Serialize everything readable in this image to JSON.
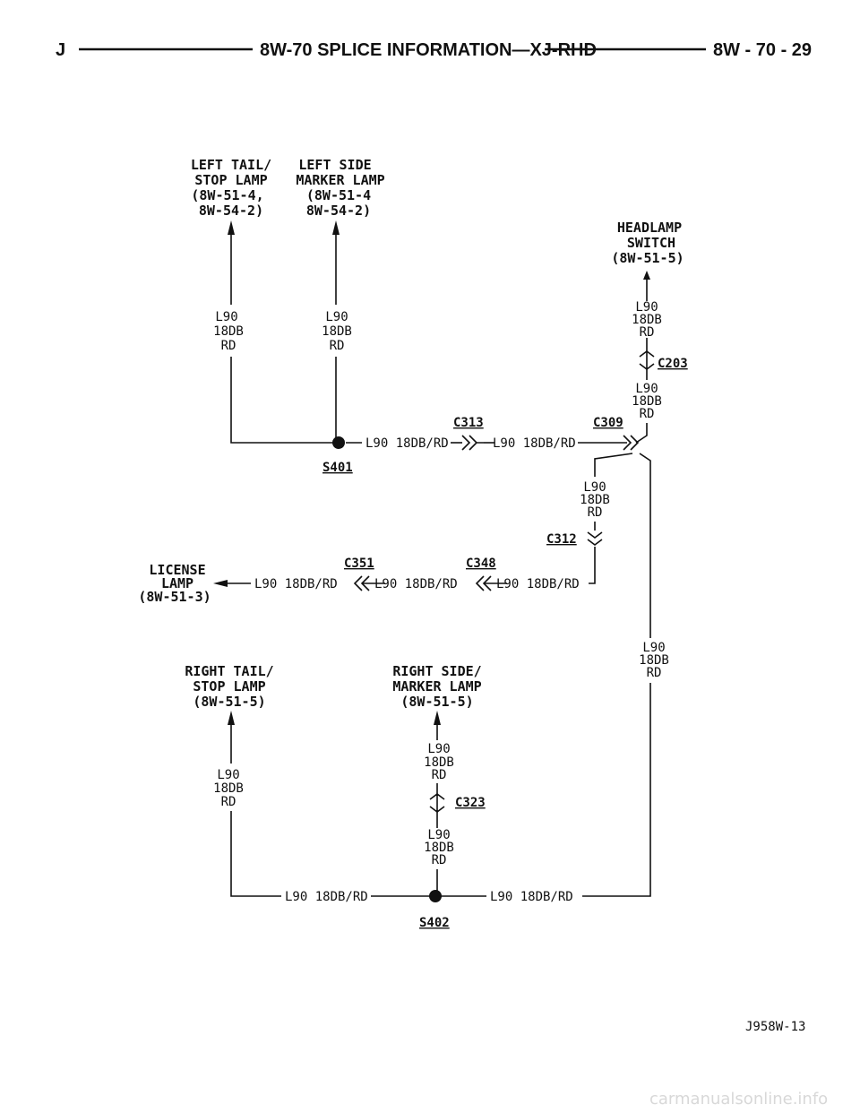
{
  "header": {
    "left": "J",
    "title": "8W-70 SPLICE INFORMATION—XJ-RHD",
    "page": "8W - 70 - 29"
  },
  "components": {
    "left_tail_stop": [
      "LEFT TAIL/",
      "STOP LAMP",
      "(8W-51-4,",
      "8W-54-2)"
    ],
    "left_side_marker": [
      "LEFT SIDE",
      "MARKER LAMP",
      "(8W-51-4",
      "8W-54-2)"
    ],
    "headlamp_switch": [
      "HEADLAMP",
      "SWITCH",
      "(8W-51-5)"
    ],
    "license_lamp": [
      "LICENSE",
      "LAMP",
      "(8W-51-3)"
    ],
    "right_tail_stop": [
      "RIGHT TAIL/",
      "STOP LAMP",
      "(8W-51-5)"
    ],
    "right_side_marker": [
      "RIGHT SIDE/",
      "MARKER LAMP",
      "(8W-51-5)"
    ]
  },
  "wire_stack": [
    "L90",
    "18DB",
    "RD"
  ],
  "wire_inline": "L90 18DB/RD",
  "connectors": {
    "c203": "C203",
    "c313": "C313",
    "c309": "C309",
    "c312": "C312",
    "c351": "C351",
    "c348": "C348",
    "c323": "C323"
  },
  "splices": {
    "s401": "S401",
    "s402": "S402"
  },
  "figure_id": "J958W-13",
  "watermark": "carmanualsonline.info"
}
